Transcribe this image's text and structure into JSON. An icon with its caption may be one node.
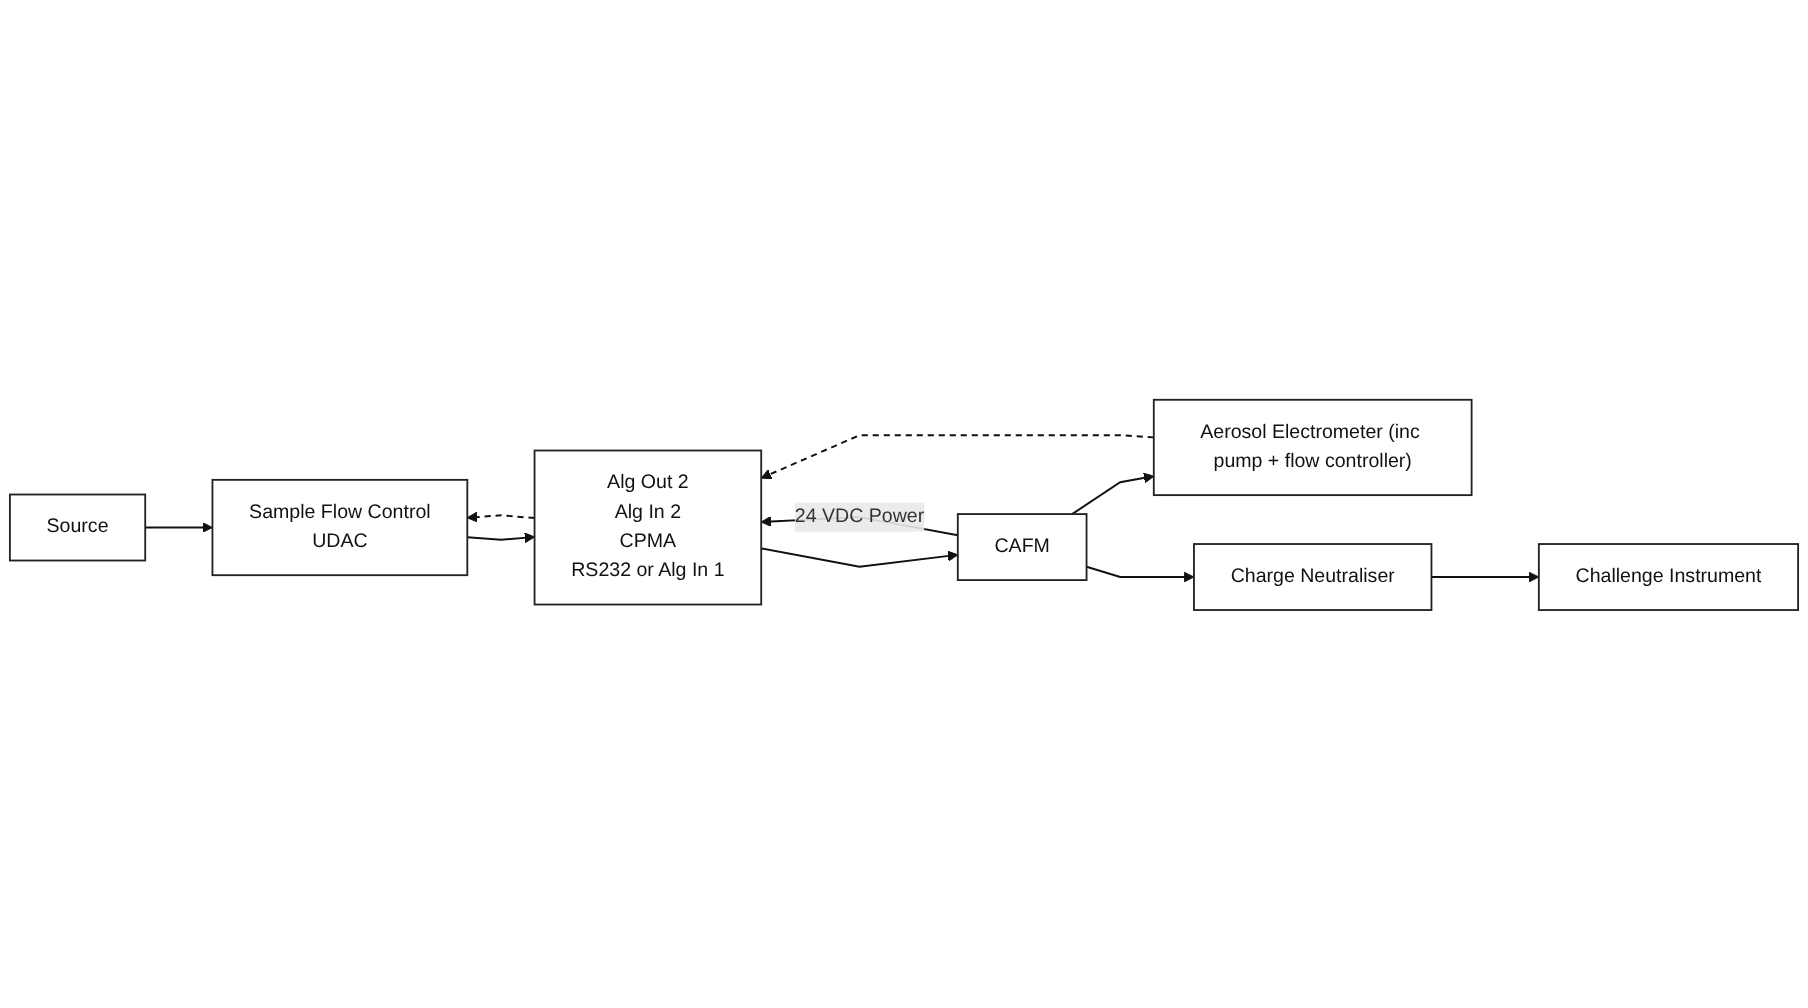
{
  "diagram": {
    "nodes": [
      {
        "text": [
          "Source"
        ]
      },
      {
        "text": [
          "Sample Flow Control",
          "UDAC"
        ]
      },
      {
        "text": [
          "Alg Out 2",
          "Alg In 2",
          "CPMA",
          "RS232 or Alg In 1"
        ]
      },
      {
        "text": [
          "CAFM"
        ]
      },
      {
        "text": [
          "Aerosol Electrometer (inc pump + flow controller)"
        ]
      },
      {
        "text": [
          "Challenge Instrument"
        ]
      },
      {
        "text": [
          "Charge Neutraliser"
        ]
      }
    ],
    "edges": [
      {
        "from": 0,
        "to": 1,
        "arrow": "to"
      },
      {
        "from": 1,
        "to": 2,
        "arrow": "to"
      },
      {
        "from": 2,
        "to": 1,
        "arrow": "to",
        "style": "dashed"
      },
      {
        "from": 3,
        "to": 2,
        "arrow": "to",
        "label": "24 VDC Power"
      },
      {
        "from": 2,
        "to": 3,
        "arrow": "to"
      },
      {
        "from": 4,
        "to": 2,
        "arrow": "to",
        "style": "dashed"
      },
      {
        "from": 3,
        "to": 4,
        "arrow": "to"
      },
      {
        "from": 3,
        "to": 6,
        "arrow": "to"
      },
      {
        "from": 6,
        "to": 5,
        "arrow": "to"
      }
    ]
  }
}
